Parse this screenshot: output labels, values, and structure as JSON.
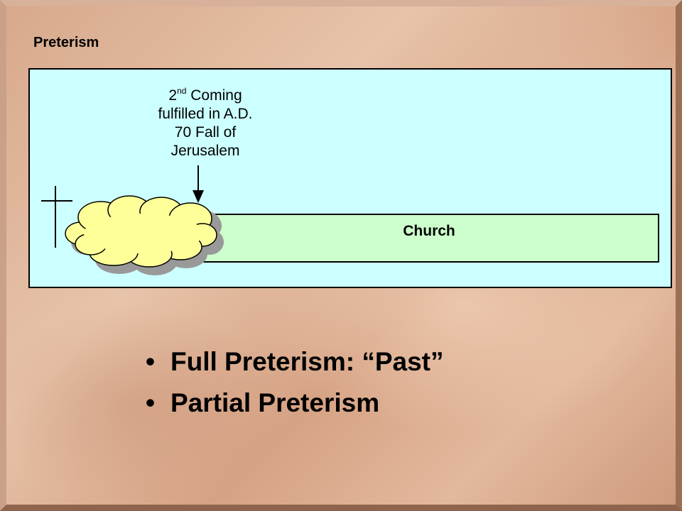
{
  "slide": {
    "title": "Preterism",
    "annotation": {
      "ordinal_number": "2",
      "ordinal_suffix": "nd",
      "line1_rest": " Coming",
      "line2": "fulfilled in A.D.",
      "line3": "70 Fall of",
      "line4": "Jerusalem"
    },
    "church_label": "Church",
    "bullets": [
      "Full Preterism:  “Past”",
      "Partial Preterism"
    ]
  },
  "colors": {
    "diagram_background": "#ccffff",
    "church_bar": "#ccffcc",
    "cloud_fill": "#ffff99",
    "cloud_shadow": "#999999",
    "frame": "#b8896c"
  },
  "icons": {
    "cross": "cross-icon",
    "cloud": "cloud-icon",
    "arrow": "down-arrow-icon"
  }
}
